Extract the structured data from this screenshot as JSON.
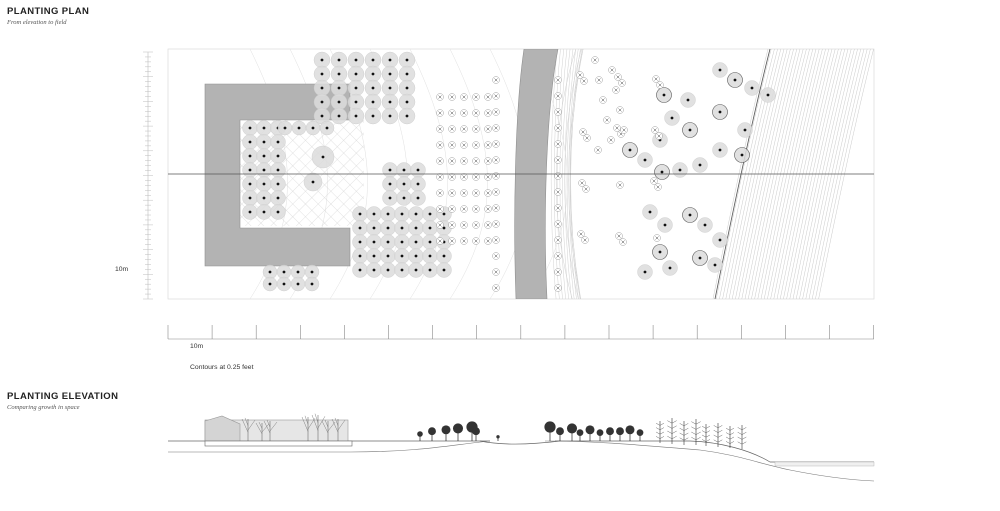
{
  "plan": {
    "title": "PLANTING PLAN",
    "subtitle": "From elevation to field",
    "side_scale_label": "10m",
    "bottom_scale_label": "10m",
    "contours_note": "Contours at 0.25 feet"
  },
  "elevation": {
    "title": "PLANTING ELEVATION",
    "subtitle": "Comparing growth in space"
  },
  "colors": {
    "building": "#b3b3b3",
    "canopy": "#d9d9d9",
    "line": "#555555",
    "contour": "#c8c8c8"
  }
}
